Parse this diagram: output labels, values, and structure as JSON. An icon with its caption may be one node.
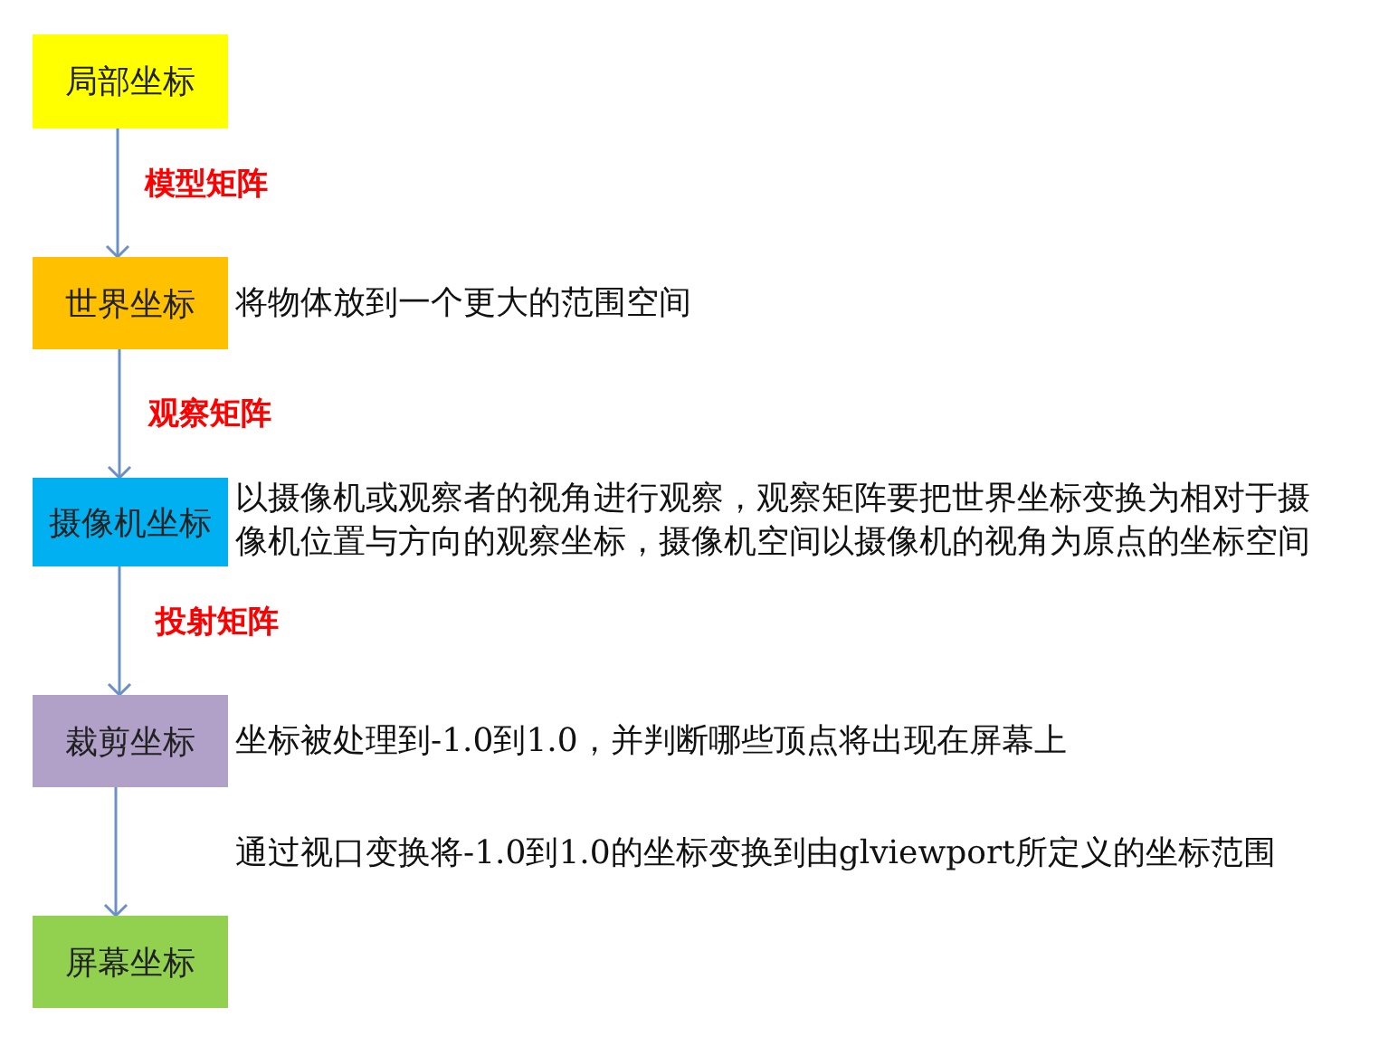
{
  "diagram": {
    "nodes": [
      {
        "text": [
          "局部坐标"
        ]
      },
      {
        "text": [
          "世界坐标"
        ],
        "beside": [
          "将物体放到一个更大的范围空间"
        ]
      },
      {
        "text": [
          "摄像机坐标"
        ],
        "beside": [
          "以摄像机或观察者的视角进行观察，观察矩阵要把世界坐标变换为相对于摄像机位置与方向的观察坐标，摄像机空间以摄像机的视角为原点的坐标空间"
        ]
      },
      {
        "text": [
          "裁剪坐标"
        ],
        "beside": [
          "坐标被处理到-1.0到1.0，并判断哪些顶点将出现在屏幕上"
        ]
      },
      {
        "text": [
          "屏幕坐标"
        ]
      }
    ],
    "edges": [
      {
        "from": 0,
        "to": 1,
        "arrow": "to",
        "label": "模型矩阵"
      },
      {
        "from": 1,
        "to": 2,
        "arrow": "to",
        "label": "观察矩阵"
      },
      {
        "from": 2,
        "to": 3,
        "arrow": "to",
        "label": "投射矩阵"
      },
      {
        "from": 3,
        "to": 4,
        "arrow": "to"
      }
    ],
    "labels": [
      "通过视口变换将-1.0到1.0的坐标变换到由glviewport所定义的坐标范围"
    ]
  }
}
